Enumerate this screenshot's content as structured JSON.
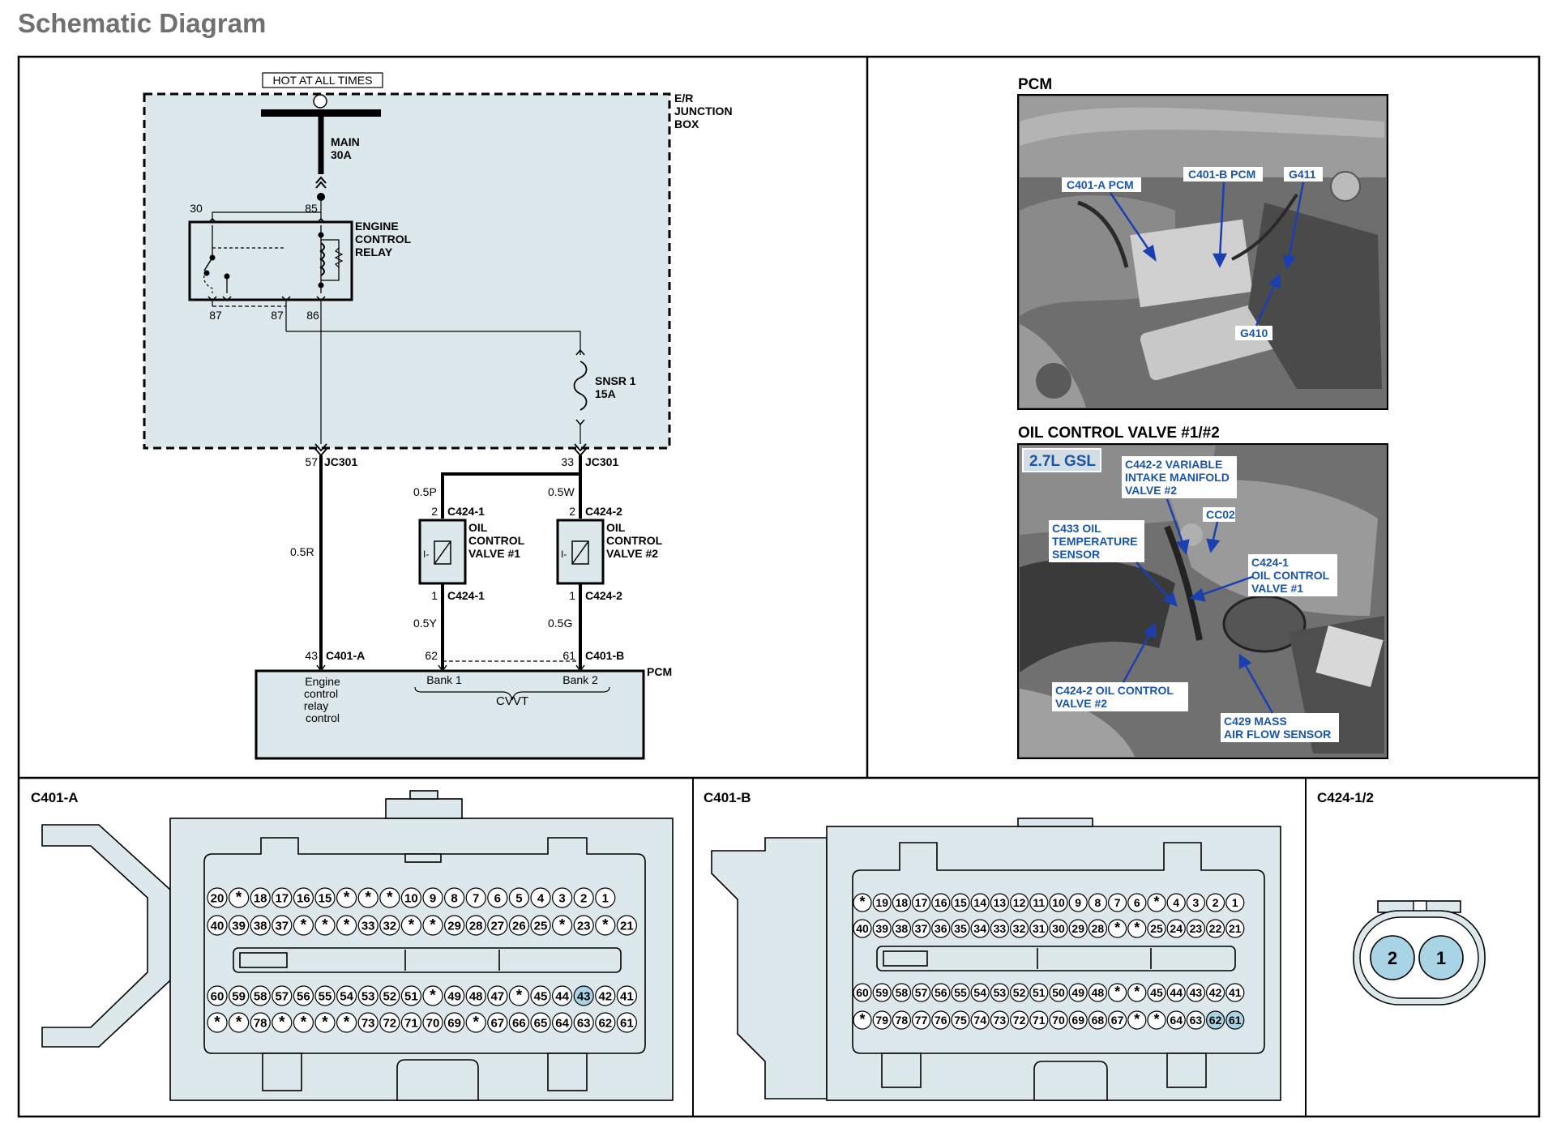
{
  "page_title": "Schematic Diagram",
  "schematic": {
    "hot_label": "HOT AT ALL TIMES",
    "junction_box": [
      "E/R",
      "JUNCTION",
      "BOX"
    ],
    "main_fuse": [
      "MAIN",
      "30A"
    ],
    "relay": [
      "ENGINE",
      "CONTROL",
      "RELAY"
    ],
    "relay_pins": {
      "p30": "30",
      "p85": "85",
      "p87a": "87",
      "p87b": "87",
      "p86": "86"
    },
    "snsr_fuse": [
      "SNSR  1",
      "15A"
    ],
    "jc_left": {
      "pin": "57",
      "conn": "JC301"
    },
    "jc_right": {
      "pin": "33",
      "conn": "JC301"
    },
    "wire_05R": "0.5R",
    "wire_05P": "0.5P",
    "wire_05W": "0.5W",
    "wire_05Y": "0.5Y",
    "wire_05G": "0.5G",
    "valve1": {
      "top_pin": "2",
      "top_conn": "C424-1",
      "bot_pin": "1",
      "bot_conn": "C424-1",
      "label": [
        "OIL",
        "CONTROL",
        "VALVE #1"
      ]
    },
    "valve2": {
      "top_pin": "2",
      "top_conn": "C424-2",
      "bot_pin": "1",
      "bot_conn": "C424-2",
      "label": [
        "OIL",
        "CONTROL",
        "VALVE #2"
      ]
    },
    "pcm_pin_a": {
      "pin": "43",
      "conn": "C401-A"
    },
    "pcm_pin_b1": "62",
    "pcm_pin_b2": {
      "pin": "61",
      "conn": "C401-B"
    },
    "pcm_label": "PCM",
    "pcm_ecr": [
      "Engine",
      "control",
      "relay",
      "control"
    ],
    "bank1": "Bank 1",
    "bank2": "Bank 2",
    "cvvt": "CVVT"
  },
  "photos": {
    "pcm_title": "PCM",
    "pcm_labels": {
      "c401a": "C401-A PCM",
      "c401b": "C401-B PCM",
      "g411": "G411",
      "g410": "G410"
    },
    "ocv_title": "OIL CONTROL VALVE #1/#2",
    "ocv_engine": "2.7L GSL",
    "ocv_labels": {
      "c442": [
        "C442-2 VARIABLE",
        "INTAKE MANIFOLD",
        "VALVE #2"
      ],
      "cc02": "CC02",
      "c433": [
        "C433 OIL",
        "TEMPERATURE",
        "SENSOR"
      ],
      "c4241": [
        "C424-1",
        "OIL CONTROL",
        "VALVE #1"
      ],
      "c4242": [
        "C424-2 OIL CONTROL",
        "VALVE #2"
      ],
      "c429": [
        "C429 MASS",
        "AIR FLOW SENSOR"
      ]
    }
  },
  "connectors": {
    "c401a": {
      "label": "C401-A",
      "rows": [
        [
          "20",
          "*",
          "18",
          "17",
          "16",
          "15",
          "*",
          "*",
          "*",
          "10",
          "9",
          "8",
          "7",
          "6",
          "5",
          "4",
          "3",
          "2",
          "1"
        ],
        [
          "40",
          "39",
          "38",
          "37",
          "*",
          "*",
          "*",
          "33",
          "32",
          "*",
          "*",
          "29",
          "28",
          "27",
          "26",
          "25",
          "*",
          "23",
          "*",
          "21"
        ],
        [
          "60",
          "59",
          "58",
          "57",
          "56",
          "55",
          "54",
          "53",
          "52",
          "51",
          "*",
          "49",
          "48",
          "47",
          "*",
          "45",
          "44",
          "43",
          "42",
          "41"
        ],
        [
          "*",
          "*",
          "78",
          "*",
          "*",
          "*",
          "*",
          "73",
          "72",
          "71",
          "70",
          "69",
          "*",
          "67",
          "66",
          "65",
          "64",
          "63",
          "62",
          "61"
        ]
      ],
      "highlight": [
        "43"
      ]
    },
    "c401b": {
      "label": "C401-B",
      "rows": [
        [
          "*",
          "19",
          "18",
          "17",
          "16",
          "15",
          "14",
          "13",
          "12",
          "11",
          "10",
          "9",
          "8",
          "7",
          "6",
          "*",
          "4",
          "3",
          "2",
          "1"
        ],
        [
          "40",
          "39",
          "38",
          "37",
          "36",
          "35",
          "34",
          "33",
          "32",
          "31",
          "30",
          "29",
          "28",
          "*",
          "*",
          "25",
          "24",
          "23",
          "22",
          "21"
        ],
        [
          "60",
          "59",
          "58",
          "57",
          "56",
          "55",
          "54",
          "53",
          "52",
          "51",
          "50",
          "49",
          "48",
          "*",
          "*",
          "45",
          "44",
          "43",
          "42",
          "41"
        ],
        [
          "*",
          "79",
          "78",
          "77",
          "76",
          "75",
          "74",
          "73",
          "72",
          "71",
          "70",
          "69",
          "68",
          "67",
          "*",
          "*",
          "64",
          "63",
          "62",
          "61"
        ]
      ],
      "highlight": [
        "62",
        "61"
      ]
    },
    "c424": {
      "label": "C424-1/2",
      "pins": [
        "2",
        "1"
      ]
    }
  }
}
